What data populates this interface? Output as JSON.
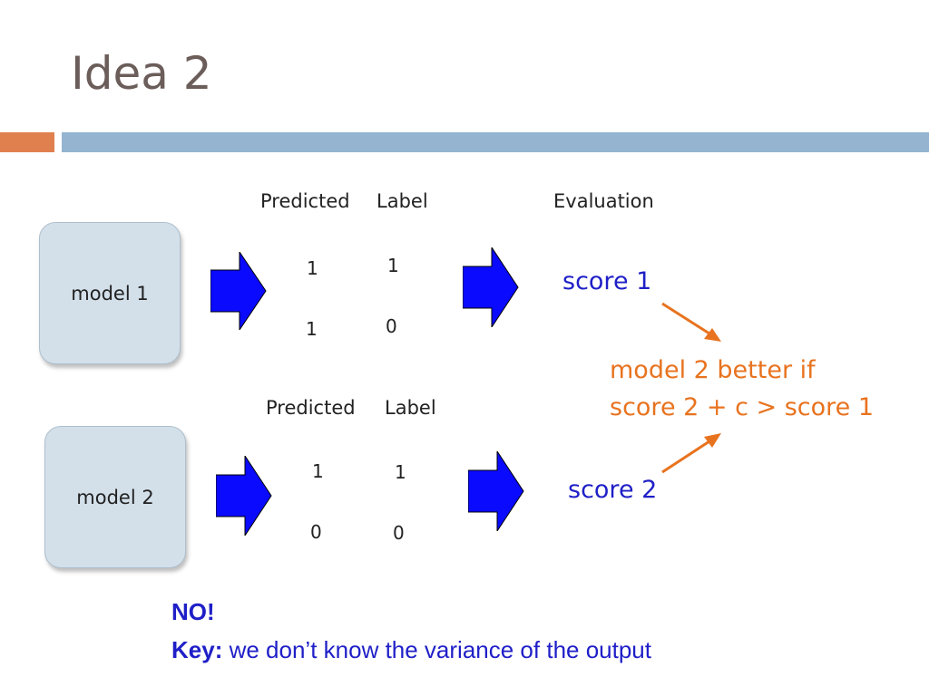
{
  "slide": {
    "title": "Idea 2"
  },
  "row1": {
    "predicted_header": "Predicted",
    "label_header": "Label",
    "evaluation_header": "Evaluation",
    "model_label": "model 1",
    "pred_values": [
      "1",
      "1"
    ],
    "label_values": [
      "1",
      "0"
    ],
    "score": "score 1"
  },
  "row2": {
    "predicted_header": "Predicted",
    "label_header": "Label",
    "model_label": "model 2",
    "pred_values": [
      "1",
      "0"
    ],
    "label_values": [
      "1",
      "0"
    ],
    "score": "score 2"
  },
  "comparison": {
    "line1": "model 2 better if",
    "line2": "score 2 + c > score 1"
  },
  "footer": {
    "no": "NO!",
    "key_label": "Key:",
    "key_text": " we don’t know the variance of the output"
  },
  "colors": {
    "accent_blue": "#1f1fc8",
    "arrow_blue": "#0a0aff",
    "accent_orange": "#e8731f",
    "bar_orange": "#e0804f",
    "bar_blue": "#94b4d0",
    "model_box": "#d3e0ea"
  }
}
